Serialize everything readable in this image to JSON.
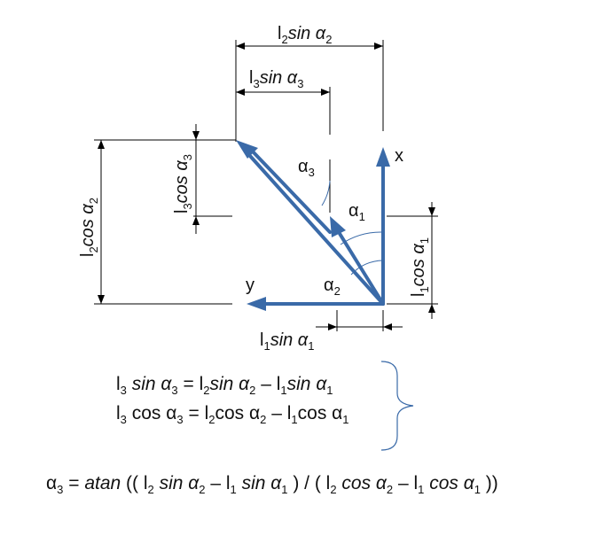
{
  "diagram": {
    "labels": {
      "l2_sin_a2": {
        "p1": "l",
        "s1": "2",
        "p2": "sin α",
        "s2": "2"
      },
      "l3_sin_a3": {
        "p1": "l",
        "s1": "3",
        "p2": "sin α",
        "s2": "3"
      },
      "l2_cos_a2": {
        "p1": "l",
        "s1": "2",
        "p2": "cos α",
        "s2": "2"
      },
      "l3_cos_a3": {
        "p1": "l",
        "s1": "3",
        "p2": "cos α",
        "s2": "3"
      },
      "l1_cos_a1": {
        "p1": "l",
        "s1": "1",
        "p2": "cos α",
        "s2": "1"
      },
      "l1_sin_a1": {
        "p1": "l",
        "s1": "1",
        "p2": "sin α",
        "s2": "1"
      },
      "alpha1": {
        "p1": "α",
        "s1": "1"
      },
      "alpha2": {
        "p1": "α",
        "s1": "2"
      },
      "alpha3": {
        "p1": "α",
        "s1": "3"
      },
      "axis_x": "x",
      "axis_y": "y"
    },
    "colors": {
      "vector": "#3a6aa8",
      "line": "#000000"
    }
  },
  "equations": {
    "eq1": {
      "lhs": {
        "p1": "l",
        "s1": "3",
        "p2": " sin α",
        "s2": "3"
      },
      "eq": " = ",
      "t1": {
        "p1": "l",
        "s1": "2",
        "p2": "sin α",
        "s2": "2"
      },
      "minus": " – ",
      "t2": {
        "p1": "l",
        "s1": "1",
        "p2": "sin α",
        "s2": "1"
      }
    },
    "eq2": {
      "lhs": {
        "p1": "l",
        "s1": "3",
        "p2": " cos α",
        "s2": "3"
      },
      "eq": " = ",
      "t1": {
        "p1": "l",
        "s1": "2",
        "p2": "cos α",
        "s2": "2"
      },
      "minus": " – ",
      "t2": {
        "p1": "l",
        "s1": "1",
        "p2": "cos α",
        "s2": "1"
      }
    },
    "eq3": {
      "a": {
        "p1": "α",
        "s1": "3"
      },
      "eq": " = ",
      "fn": "atan",
      "open": " (( ",
      "t1": {
        "p1": "l",
        "s1": "2",
        "p2": " sin α",
        "s2": "2"
      },
      "minus1": " – ",
      "t2": {
        "p1": "l",
        "s1": "1",
        "p2": " sin α",
        "s2": "1"
      },
      "div": " ) / ( ",
      "t3": {
        "p1": "l",
        "s1": "2",
        "p2": " cos α",
        "s2": "2"
      },
      "minus2": " – ",
      "t4": {
        "p1": "l",
        "s1": "1",
        "p2": " cos α",
        "s2": "1"
      },
      "close": " ))"
    }
  }
}
